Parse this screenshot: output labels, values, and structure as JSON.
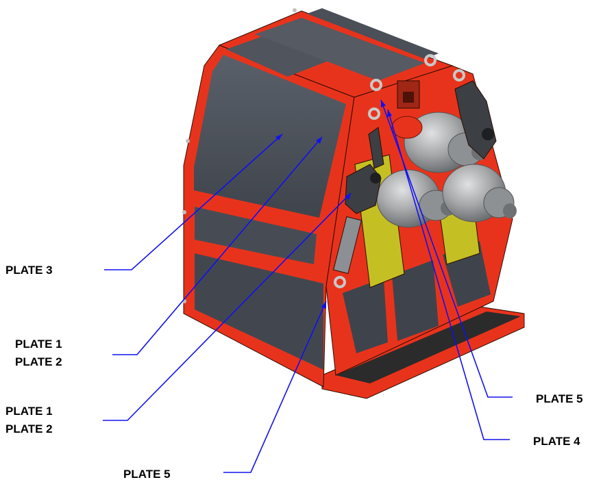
{
  "diagram": {
    "labels": {
      "plate3": "PLATE 3",
      "plate12_a": [
        "PLATE 1",
        "PLATE 2"
      ],
      "plate12_b": [
        "PLATE 1",
        "PLATE 2"
      ],
      "plate5_right": "PLATE 5",
      "plate4": "PLATE 4",
      "plate5_bottom": "PLATE 5"
    },
    "colors": {
      "frame": "#e8331c",
      "frame_dark": "#b3230f",
      "panel": "#4a4f58",
      "panel_light": "#5b616b",
      "roller": "#a9abad",
      "yellow_arm": "#c4c024",
      "base_mat": "#2b2b2b",
      "leader": "#1010f0"
    }
  }
}
